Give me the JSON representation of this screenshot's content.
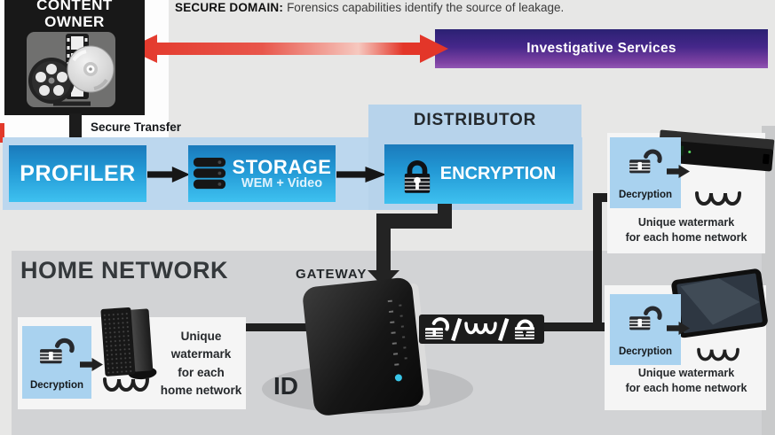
{
  "header": {
    "secure_domain_label": "SECURE DOMAIN:",
    "secure_domain_text": "Forensics capabilities identify the source of leakage.",
    "investigative_services": "Investigative Services"
  },
  "content_owner": {
    "line1": "CONTENT",
    "line2": "OWNER"
  },
  "secure_transfer": "Secure Transfer",
  "pipeline": {
    "profiler": "PROFILER",
    "storage": "STORAGE",
    "storage_subtitle": "WEM + Video",
    "distributor": "DISTRIBUTOR",
    "encryption": "ENCRYPTION"
  },
  "home_network": {
    "title": "HOME NETWORK",
    "gateway": "GATEWAY",
    "id": "ID"
  },
  "decryption_label": "Decryption",
  "watermarks": {
    "left": [
      "Unique",
      "watermark",
      "for each",
      "home network"
    ],
    "top_right": [
      "Unique watermark",
      "for each home network"
    ],
    "bottom_right": [
      "Unique watermark",
      "for each home network"
    ]
  },
  "icons": {
    "content_owner": "film-reel-filmstrip-disc",
    "encryption": "closed-padlock",
    "decryption": "open-padlock",
    "storage": "server-stack",
    "gateway_badge": "open-padlock / watermark-wave / closed-padlock",
    "watermark": "wave-squiggle"
  },
  "colors": {
    "band_blue": "#bcd7ee",
    "panel_blue": "#b7d3eb",
    "box_blue_top": "#1b7abb",
    "box_blue_bottom": "#3ec1f0",
    "decryption_blue": "#a9d2ef",
    "purple_top": "#2b2173",
    "purple_bottom": "#7e42a2",
    "arrow_red": "#e23a2b",
    "home_panel_gray": "#d2d3d5",
    "connector_black": "#1c1c1c"
  }
}
